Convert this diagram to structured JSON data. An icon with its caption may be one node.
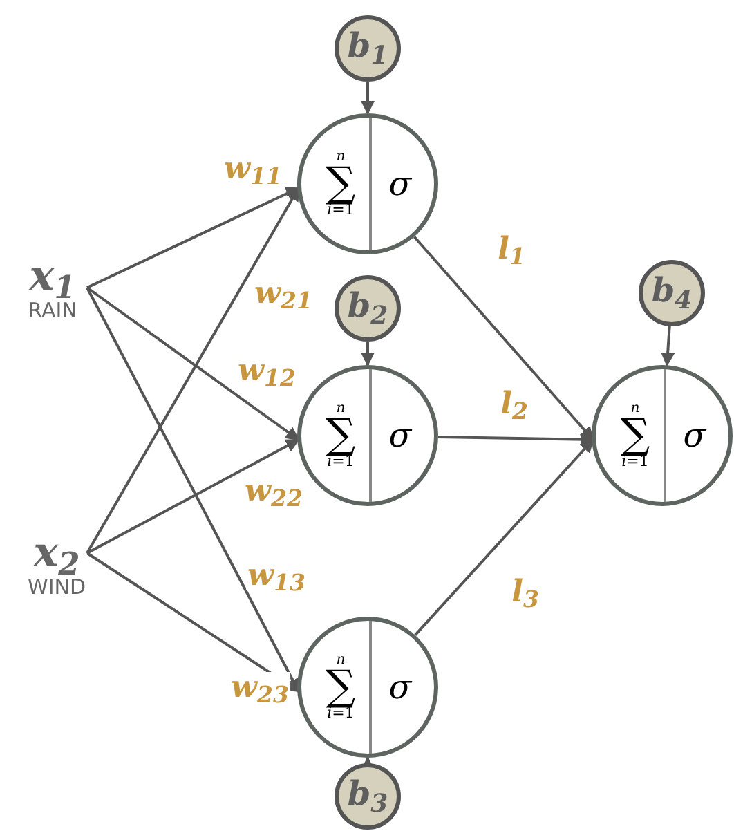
{
  "diagram": {
    "nodes": [
      {
        "text": [
          "x$_{1}$"
        ],
        "beside": [
          "RAIN"
        ]
      },
      {
        "text": [
          "x$_{2}$"
        ],
        "beside": [
          "WIND"
        ]
      },
      {
        "text": [
          "n",
          "∑",
          "*i*=1",
          "σ"
        ]
      },
      {
        "text": [
          "n",
          "∑",
          "*i*=1",
          "σ"
        ]
      },
      {
        "text": [
          "n",
          "∑",
          "*i*=1",
          "σ"
        ]
      },
      {
        "text": [
          "n",
          "∑",
          "*i*=1",
          "σ"
        ]
      },
      {
        "text": [
          "b$_{1}$"
        ]
      },
      {
        "text": [
          "b$_{2}$"
        ]
      },
      {
        "text": [
          "b$_{3}$"
        ]
      },
      {
        "text": [
          "b$_{4}$"
        ]
      }
    ],
    "edges": [
      {
        "from": 0,
        "to": 2,
        "arrow": "to",
        "label": "w$_{11}$"
      },
      {
        "from": 0,
        "to": 3,
        "arrow": "to",
        "label": "w$_{12}$"
      },
      {
        "from": 0,
        "to": 4,
        "arrow": "to",
        "label": "w$_{13}$"
      },
      {
        "from": 1,
        "to": 2,
        "arrow": "to",
        "label": "w$_{21}$"
      },
      {
        "from": 1,
        "to": 3,
        "arrow": "to",
        "label": "w$_{22}$"
      },
      {
        "from": 1,
        "to": 4,
        "arrow": "to",
        "label": "w$_{23}$"
      },
      {
        "from": 2,
        "to": 5,
        "arrow": "to",
        "label": "l$_{1}$"
      },
      {
        "from": 3,
        "to": 5,
        "arrow": "to",
        "label": "l$_{2}$"
      },
      {
        "from": 4,
        "to": 5,
        "arrow": "to",
        "label": "l$_{3}$"
      },
      {
        "from": 6,
        "to": 2,
        "arrow": "to"
      },
      {
        "from": 7,
        "to": 3,
        "arrow": "to"
      },
      {
        "from": 8,
        "to": 4,
        "arrow": "to"
      },
      {
        "from": 9,
        "to": 5,
        "arrow": "to"
      }
    ]
  }
}
